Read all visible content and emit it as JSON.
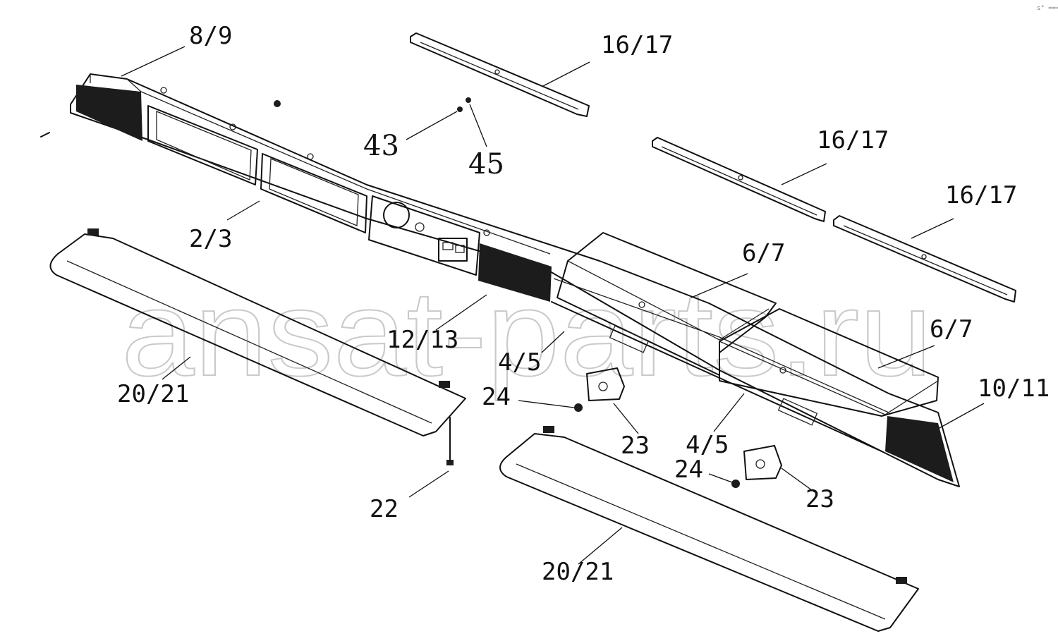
{
  "watermark": "ansat-parts.ru",
  "corner_mark": "s° ===",
  "callouts": {
    "c_8_9": "8/9",
    "c_16_17_a": "16/17",
    "c_16_17_b": "16/17",
    "c_16_17_c": "16/17",
    "c_43": "43",
    "c_45": "45",
    "c_2_3": "2/3",
    "c_6_7_a": "6/7",
    "c_6_7_b": "6/7",
    "c_12_13": "12/13",
    "c_4_5_a": "4/5",
    "c_4_5_b": "4/5",
    "c_20_21_a": "20/21",
    "c_20_21_b": "20/21",
    "c_24_a": "24",
    "c_24_b": "24",
    "c_23_a": "23",
    "c_23_b": "23",
    "c_10_11": "10/11",
    "c_22": "22"
  }
}
